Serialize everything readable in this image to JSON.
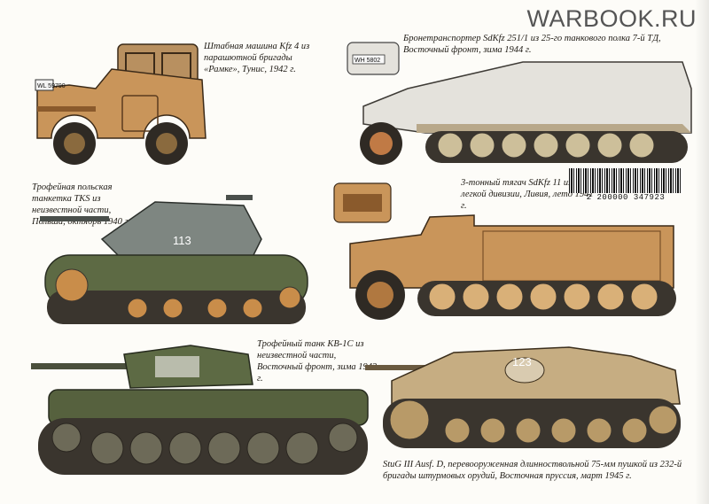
{
  "site": {
    "watermark": "WARBOOK.RU"
  },
  "captions": {
    "kfz4": "Штабная машина Kfz 4 из парашютной бригады «Рамке», Тунис, 1942 г.",
    "sdkfz251": "Бронетранспортер SdKfz 251/1 из 25-го танкового полка 7-й ТД, Восточный фронт, зима 1944 г.",
    "tks": "Трофейная польская танкетка TKS из неизвестной части, Польша, октябрь 1940 г.",
    "sdkfz11": "3-тонный тягач SdKfz 11 из 5-й легкой дивизии, Ливия, лето 1941 г.",
    "kv1": "Трофейный танк КВ-1С из неизвестной части, Восточный фронт, зима 1943 г.",
    "stug": "StuG III Ausf. D, перевооруженная длинноствольной 75-мм пушкой из 232-й бригады штурмовых орудий, Восточная пруссия, март 1945 г."
  },
  "markings": {
    "kfz4_plate": "WL 59790",
    "sdkfz251_plate": "WH 5802",
    "tks_number": "113",
    "stug_number": "123"
  },
  "barcode": {
    "number": "2 200000 347923"
  },
  "colors": {
    "tan": "#c9955a",
    "dark_tan": "#8a5a2c",
    "white_camo": "#e4e2dc",
    "grey": "#7e8681",
    "olive": "#5d6a44",
    "track": "#3a352e"
  }
}
